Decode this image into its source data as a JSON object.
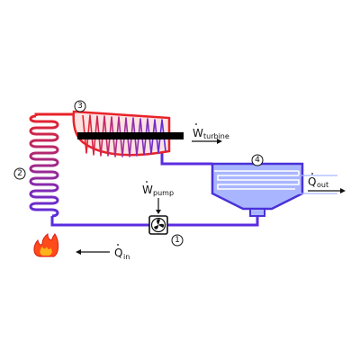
{
  "stations": {
    "s1": "1",
    "s2": "2",
    "s3": "3",
    "s4": "4"
  },
  "labels": {
    "w_turbine_main": "W",
    "w_turbine_sub": "turbine",
    "w_pump_main": "W",
    "w_pump_sub": "pump",
    "q_out_main": "Q",
    "q_out_sub": "out",
    "q_in_main": "Q",
    "q_in_sub": "in"
  },
  "colors": {
    "hot": "#e8232a",
    "warm": "#b02a78",
    "cold": "#5b2ce0",
    "condenser_fill": "#a9b6ff",
    "condenser_line": "#4a31d8",
    "shaft": "#000000",
    "flame_outer": "#ff4a1a",
    "flame_inner": "#ffb21a"
  },
  "icons": {
    "pump": "fan-icon",
    "heater": "flame-icon"
  }
}
